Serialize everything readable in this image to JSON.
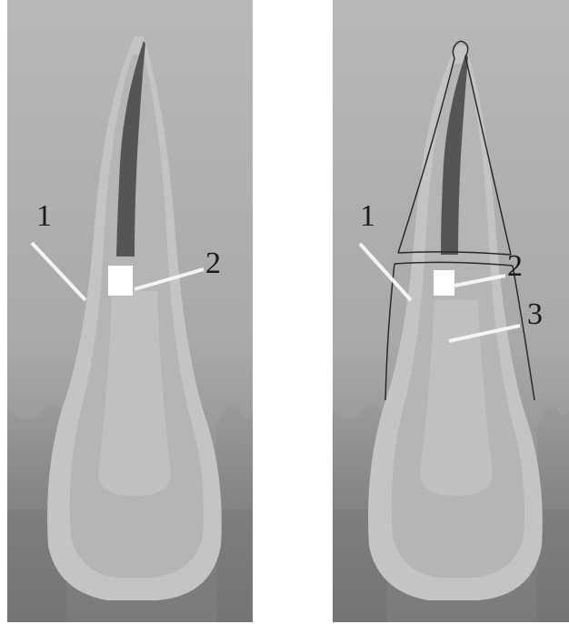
{
  "figure": {
    "left_panel": {
      "labels": {
        "l1": "1",
        "l2": "2"
      }
    },
    "right_panel": {
      "labels": {
        "l1": "1",
        "l2": "2",
        "l3": "3"
      }
    }
  },
  "colors": {
    "background_top": "#c9c9c9",
    "background_bottom": "#6f6f6f",
    "gum": "#8f8f8f",
    "tooth_outer": "#c6c6c6",
    "tooth_inner": "#b3b3b3",
    "canal_dark": "#5a5a5a",
    "implant_white": "#ffffff",
    "outline": "#2a2a2a",
    "leader_line": "#f2f2f2"
  }
}
